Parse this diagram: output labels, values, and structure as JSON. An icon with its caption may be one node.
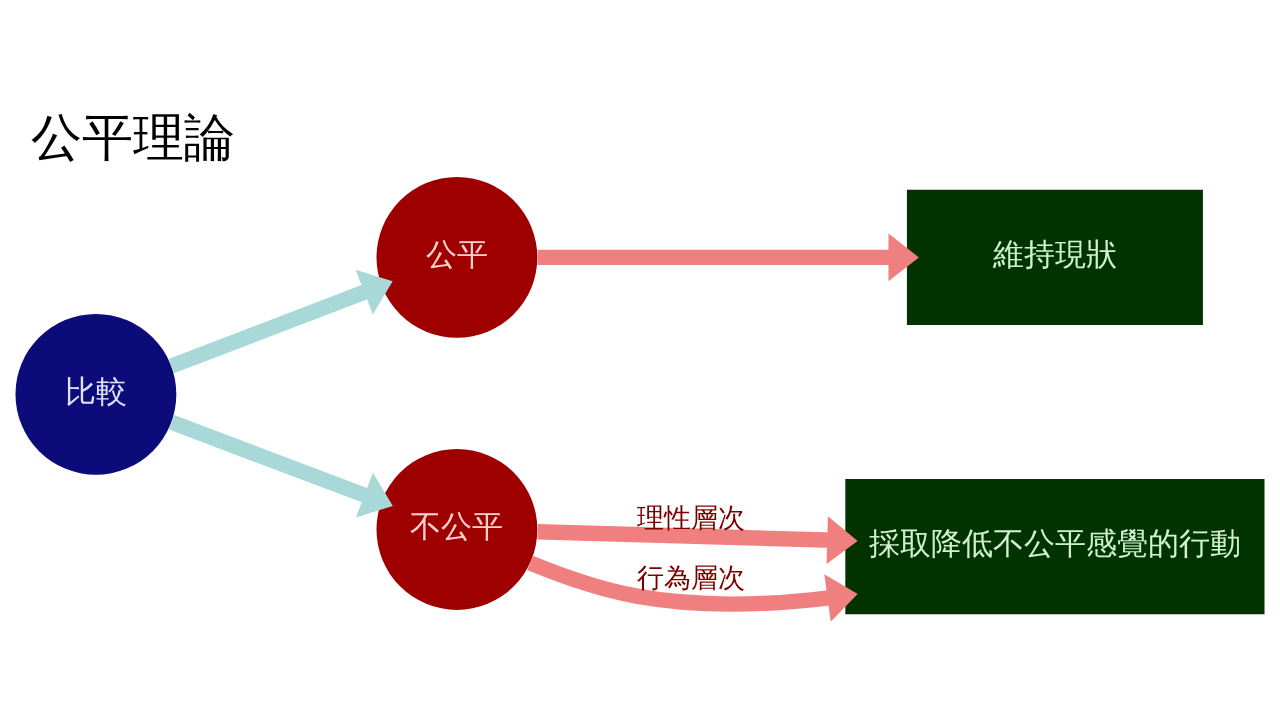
{
  "diagram": {
    "title": "公平理論",
    "nodes": [
      {
        "text": [
          "比較"
        ]
      },
      {
        "text": [
          "公平"
        ]
      },
      {
        "text": [
          "維持現狀"
        ]
      },
      {
        "text": [
          "不公平"
        ]
      },
      {
        "text": [
          "採取降低不公平感覺的行動"
        ]
      }
    ],
    "edges": [
      {
        "from": 0,
        "to": 1,
        "arrow": "to",
        "color": "#a8d8d8"
      },
      {
        "from": 0,
        "to": 3,
        "arrow": "to",
        "color": "#a8d8d8"
      },
      {
        "from": 1,
        "to": 2,
        "arrow": "to"
      },
      {
        "from": 3,
        "to": 4,
        "arrow": "to",
        "label": "理性層次"
      },
      {
        "from": 3,
        "to": 4,
        "arrow": "to",
        "label": "行為層次"
      }
    ]
  }
}
